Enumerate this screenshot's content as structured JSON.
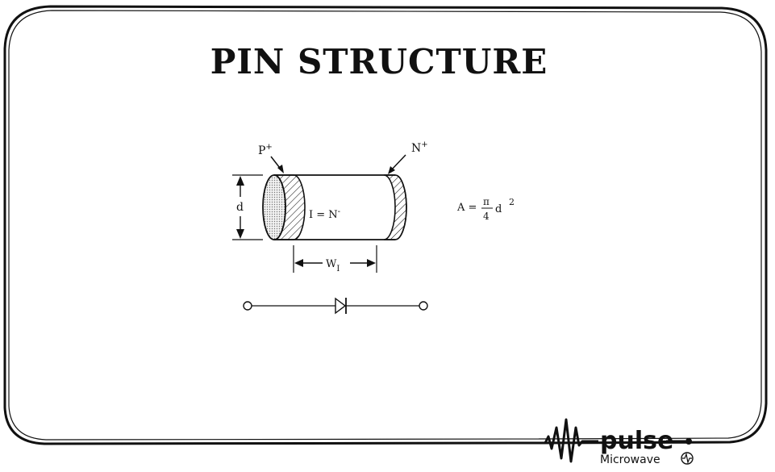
{
  "title": "PIN STRUCTURE",
  "labels": {
    "p_region": "P",
    "p_superscript": "+",
    "n_region": "N",
    "n_superscript": "+",
    "diameter": "d",
    "intrinsic_main": "I = N",
    "intrinsic_superscript": "-",
    "width_main": "W",
    "width_subscript": "I"
  },
  "formula": {
    "lhs": "A =",
    "numerator": "π",
    "denominator": "4",
    "variable": "d",
    "exponent": "2"
  },
  "logo": {
    "word": "pulse",
    "subtitle": "Microwave"
  }
}
